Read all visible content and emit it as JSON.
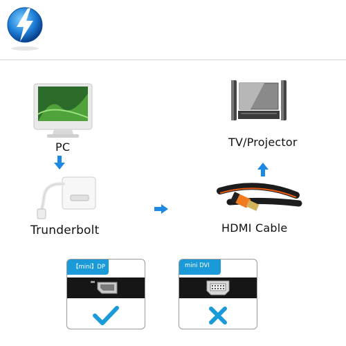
{
  "labels": {
    "pc": "PC",
    "trunderbolt": "Trunderbolt",
    "tv_projector": "TV/Projector",
    "hdmi_cable": "HDMI Cable"
  },
  "cards": [
    {
      "tab_label": "【mini】DP",
      "status": "check",
      "accent": "#1a9ad9"
    },
    {
      "tab_label": "mini DVI",
      "status": "cross",
      "accent": "#1a9ad9"
    }
  ],
  "colors": {
    "accent": "#1a9ad9",
    "arrow": "#1e88e5",
    "divider": "#d8d8d8"
  },
  "icons": {
    "logo": "thunderbolt-logo-icon",
    "pc": "computer-monitor-icon",
    "adapter": "thunderbolt-to-hdmi-adapter-icon",
    "tv": "tv-with-speakers-icon",
    "cable": "hdmi-cable-icon"
  }
}
